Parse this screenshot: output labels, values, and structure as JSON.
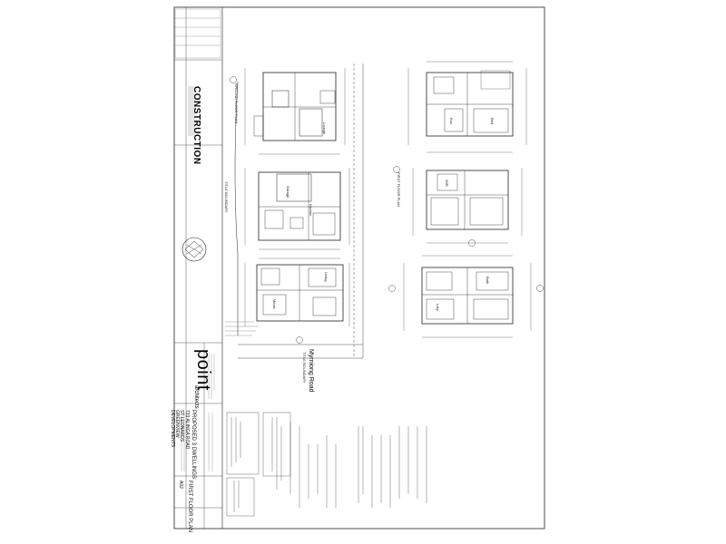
{
  "title_block": {
    "status": "CONSTRUCTION",
    "firm_name": "point",
    "firm_sub": "architects",
    "project_label": "PROPOSED 3 DWELLINGS",
    "address_line1": "733 ALINGA ROAD",
    "address_line2": "ST LEONARDS",
    "client_line1": "GREENVIEW",
    "client_line2": "DEVELOPMENTS",
    "drawing_title": "FIRST FLOOR PLAN",
    "drawing_number": "A02"
  },
  "site": {
    "road_name": "Myrniong Road",
    "boundary_note": "TITLE BOUNDARY",
    "title_boundary_left": "TITLE BOUNDARY"
  },
  "plans": {
    "ground_floor_label": "GROUND FLOOR PLAN",
    "first_floor_label": "FIRST FLOOR PLAN"
  },
  "rooms": {
    "bed": "Bed",
    "lounge": "Lounge",
    "kitchen": "Kitchen",
    "garage": "Garage",
    "living": "Living",
    "meals": "Meals",
    "ens": "Ens",
    "wir": "WIR",
    "bath": "Bath",
    "ldry": "Ldry"
  }
}
